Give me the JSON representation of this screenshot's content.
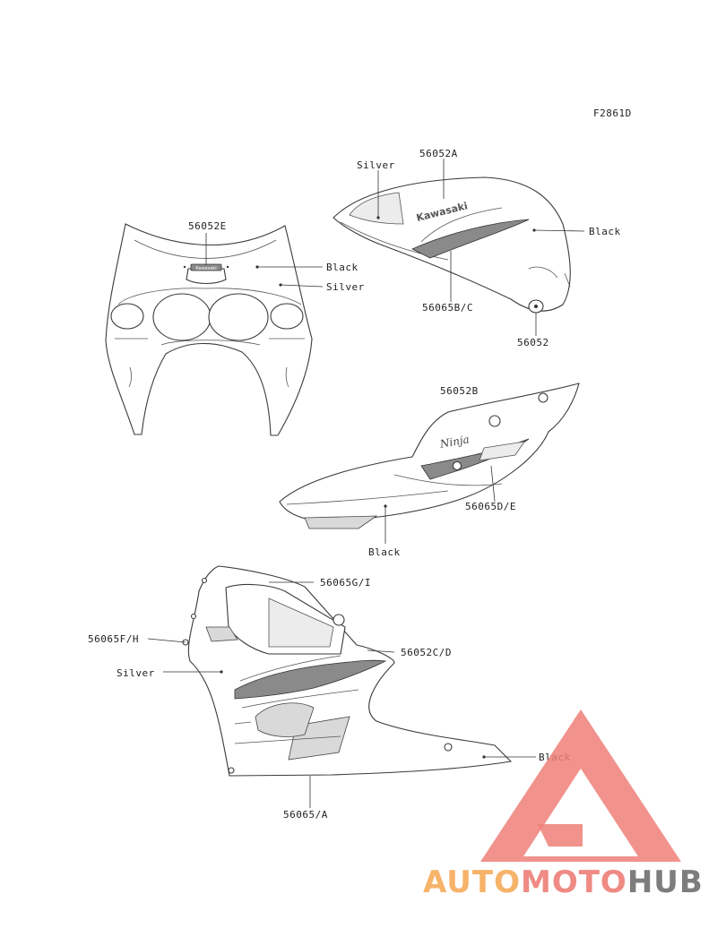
{
  "figure_code": "F2861D",
  "labels": {
    "fairing_decal": "56052E",
    "fairing_black": "Black",
    "fairing_silver": "Silver",
    "tank_silver": "Silver",
    "tank_decal": "56052A",
    "tank_black": "Black",
    "tank_stripe": "56065B/C",
    "tank_emblem": "56052",
    "tail_decal": "56052B",
    "tail_stripe": "56065D/E",
    "tail_black": "Black",
    "lower_stripe_gi": "56065G/I",
    "lower_stripe_fh": "56065F/H",
    "lower_decal_cd": "56052C/D",
    "lower_silver": "Silver",
    "lower_black": "Black",
    "lower_stripe_a": "56065/A"
  },
  "decal_text": {
    "tank_brand": "Kawasaki",
    "fairing_brand": "Kawasaki",
    "tail_script": "Ninja"
  },
  "watermark": {
    "part1": "AUTO",
    "part2": "MOTO",
    "part3": "HUB",
    "color_light": "#f6b36a",
    "color_mid": "#ef8a84",
    "color_dark": "#7d7d7d",
    "triangle_color": "#ee7f78"
  }
}
